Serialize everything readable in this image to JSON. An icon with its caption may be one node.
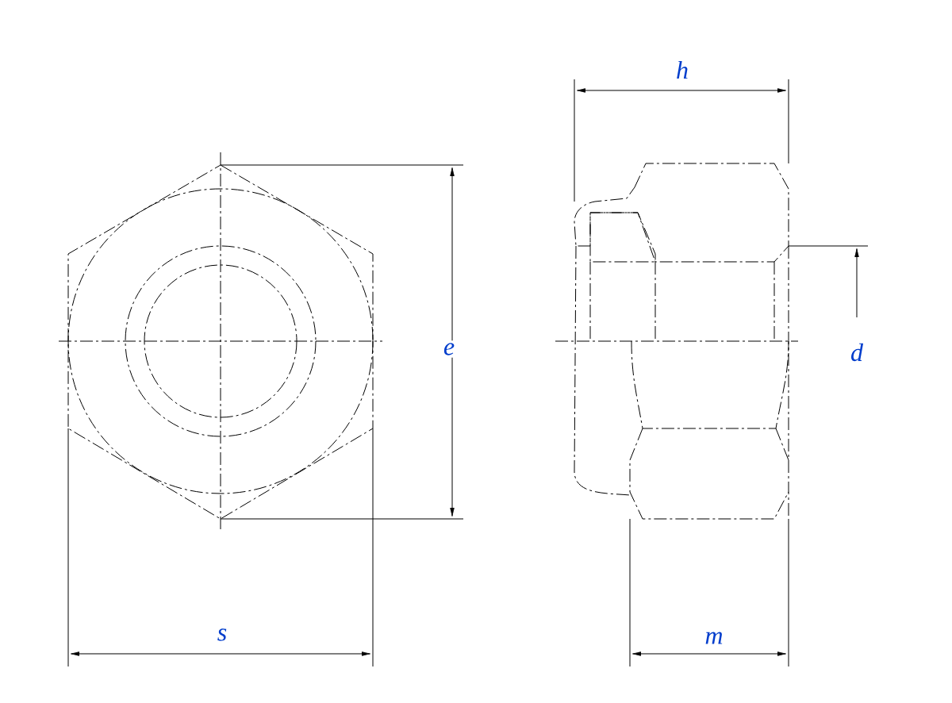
{
  "diagram": {
    "labels": [
      "h",
      "e",
      "d",
      "s",
      "m"
    ]
  }
}
